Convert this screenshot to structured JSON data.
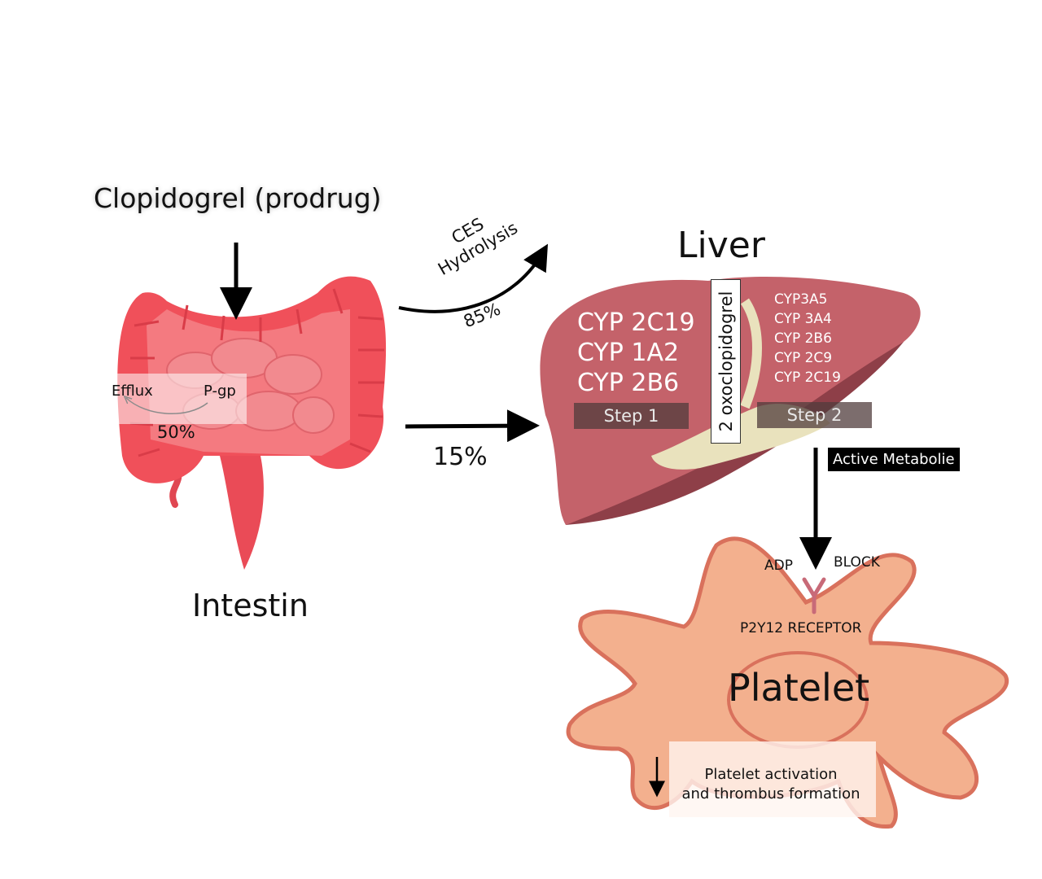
{
  "labels": {
    "prodrug": "Clopidogrel (prodrug)",
    "liver": "Liver",
    "intestin": "Intestin",
    "ces_line1": "CES",
    "ces_line2": "Hydrolysis",
    "pct_85": "85%",
    "pct_15": "15%",
    "pct_50": "50%",
    "efflux": "Efflux",
    "pgp": "P-gp",
    "step1_cyps": [
      "CYP 2C19",
      "CYP 1A2",
      "CYP 2B6"
    ],
    "step1": "Step 1",
    "oxo": "2 oxoclopidogrel",
    "step2_cyps": [
      "CYP3A5",
      "CYP 3A4",
      "CYP 2B6",
      "CYP 2C9",
      "CYP 2C19"
    ],
    "step2": "Step 2",
    "active_metabolite": "Active Metabolie",
    "adp": "ADP",
    "block": "BLOCK",
    "receptor": "P2Y12 RECEPTOR",
    "platelet": "Platelet",
    "result_line1": "Platelet activation",
    "result_line2": "and thrombus formation"
  },
  "colors": {
    "intestine": "#f0505a",
    "liver": "#c4626a",
    "liver_dark": "#8e3f48",
    "bile": "#e9e2bd",
    "platelet": "#f3b08e",
    "platelet_edge": "#d9715c",
    "receptor": "#c86a78"
  }
}
